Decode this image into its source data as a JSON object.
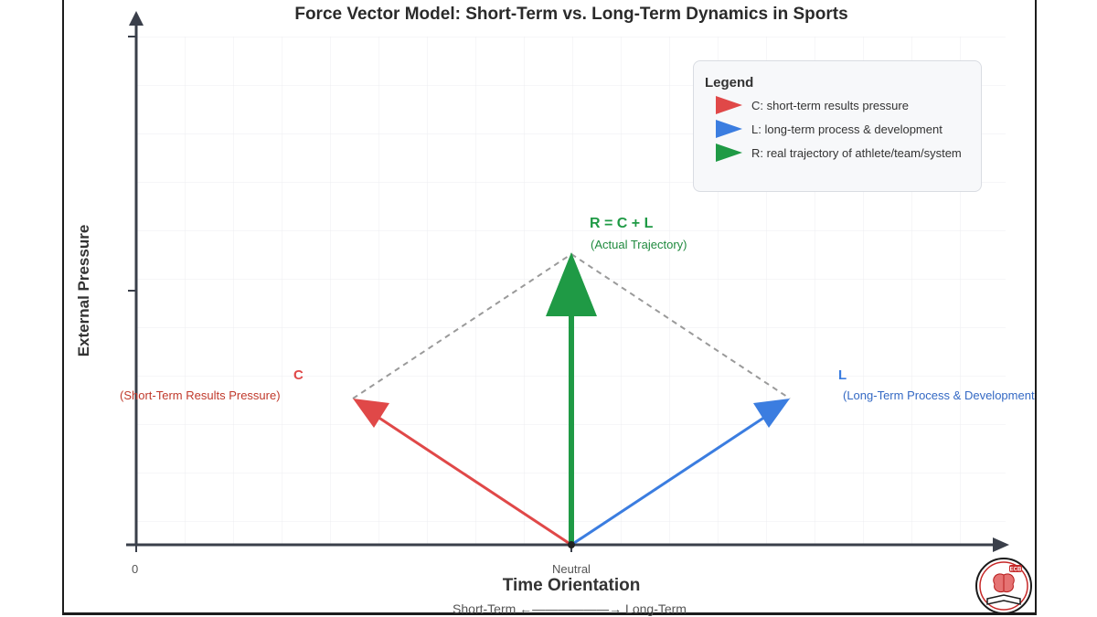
{
  "title": "Force Vector Model: Short-Term vs. Long-Term Dynamics in Sports",
  "axes": {
    "y_label": "External Pressure",
    "x_label": "Time Orientation",
    "x_sublabel": "Short-Term ←——————→ Long-Term",
    "origin_tick": "0",
    "center_tick": "Neutral"
  },
  "vectors": {
    "c": {
      "label": "C",
      "description": "(Short-Term Results Pressure)",
      "color": "#e04848"
    },
    "l": {
      "label": "L",
      "description_part1": "(Long-Term Process &",
      "description_part2": "Development",
      "color": "#3b7de0"
    },
    "r": {
      "label": "R = C + L",
      "description": "(Actual Trajectory)",
      "color": "#1f9a45"
    }
  },
  "legend": {
    "title": "Legend",
    "items": [
      {
        "text": "C: short-term results pressure",
        "color": "#e04848"
      },
      {
        "text": "L: long-term process & development",
        "color": "#3b7de0"
      },
      {
        "text": "R: real trajectory of athlete/team/system",
        "color": "#1f9a45"
      }
    ]
  },
  "colors": {
    "axis": "#3a3f4a",
    "grid": "#eceef1",
    "dashed": "#9a9a9a"
  },
  "logo": {
    "badge_text": "ECB",
    "icon": "brain-book-logo"
  }
}
